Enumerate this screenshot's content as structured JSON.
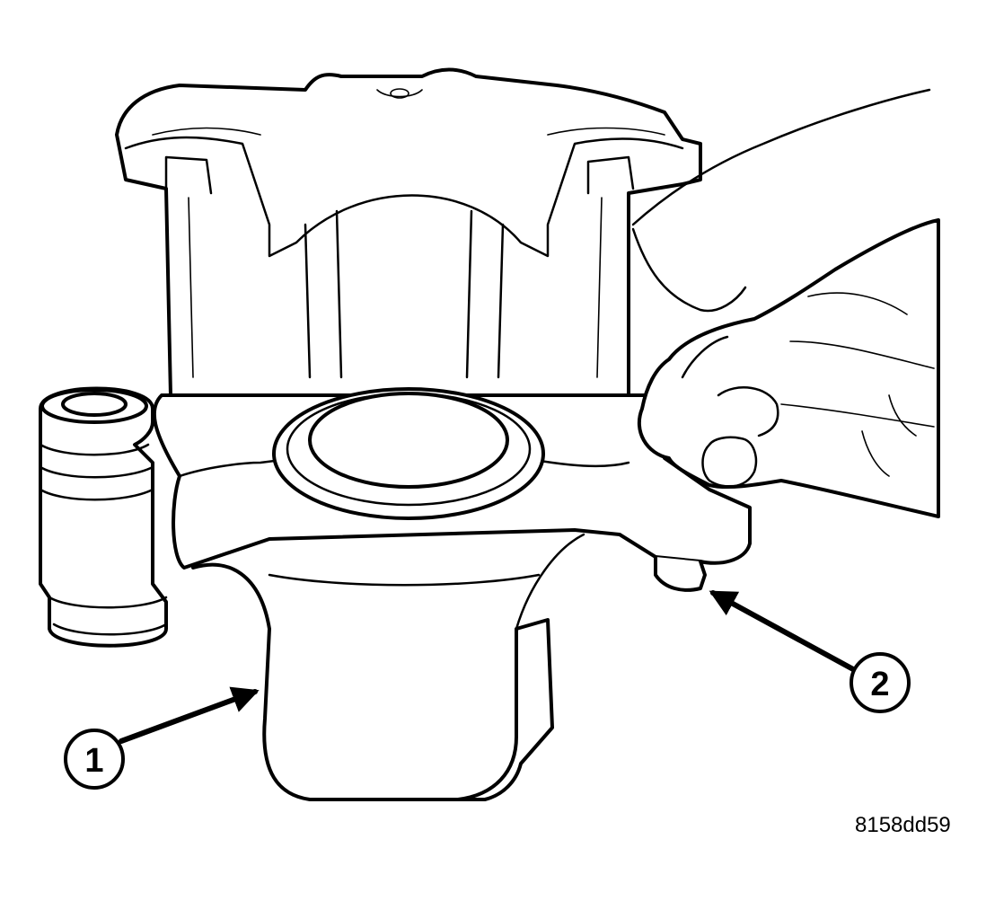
{
  "callouts": [
    {
      "label": "1"
    },
    {
      "label": "2"
    }
  ],
  "figure_id": "8158dd59"
}
